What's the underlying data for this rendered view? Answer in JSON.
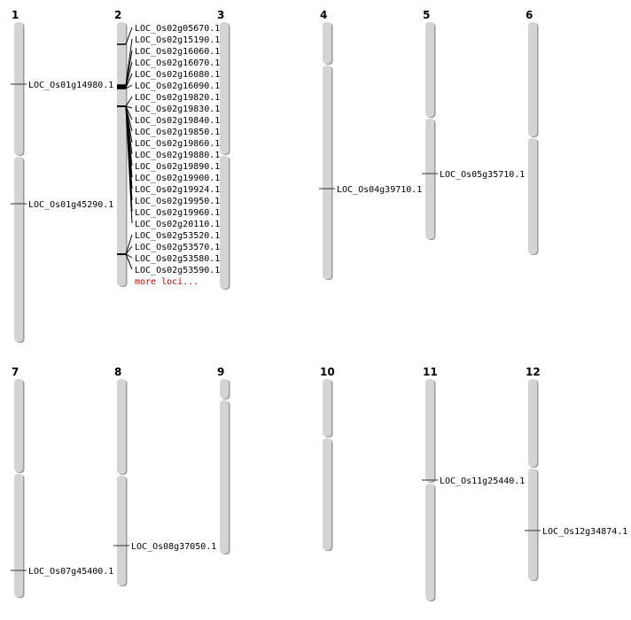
{
  "chromosomes": [
    {
      "name": "1",
      "loci": [
        "LOC_Os01g14980.1",
        "LOC_Os01g45290.1"
      ]
    },
    {
      "name": "2",
      "loci": [
        "LOC_Os02g05670.1",
        "LOC_Os02g15190.1",
        "LOC_Os02g16060.1",
        "LOC_Os02g16070.1",
        "LOC_Os02g16080.1",
        "LOC_Os02g16090.1",
        "LOC_Os02g19820.1",
        "LOC_Os02g19830.1",
        "LOC_Os02g19840.1",
        "LOC_Os02g19850.1",
        "LOC_Os02g19860.1",
        "LOC_Os02g19880.1",
        "LOC_Os02g19890.1",
        "LOC_Os02g19900.1",
        "LOC_Os02g19924.1",
        "LOC_Os02g19950.1",
        "LOC_Os02g19960.1",
        "LOC_Os02g20110.1",
        "LOC_Os02g53520.1",
        "LOC_Os02g53570.1",
        "LOC_Os02g53580.1",
        "LOC_Os02g53590.1"
      ],
      "more": "more loci..."
    },
    {
      "name": "3",
      "loci": []
    },
    {
      "name": "4",
      "loci": [
        "LOC_Os04g39710.1"
      ]
    },
    {
      "name": "5",
      "loci": [
        "LOC_Os05g35710.1"
      ]
    },
    {
      "name": "6",
      "loci": []
    },
    {
      "name": "7",
      "loci": [
        "LOC_Os07g45400.1"
      ]
    },
    {
      "name": "8",
      "loci": [
        "LOC_Os08g37050.1"
      ]
    },
    {
      "name": "9",
      "loci": []
    },
    {
      "name": "10",
      "loci": []
    },
    {
      "name": "11",
      "loci": [
        "LOC_Os11g25440.1"
      ]
    },
    {
      "name": "12",
      "loci": [
        "LOC_Os12g34874.1"
      ]
    }
  ],
  "colors": {
    "chromosome": "#d4d4d4",
    "shadow": "#9a9a9a",
    "more_link": "#cc0000"
  }
}
